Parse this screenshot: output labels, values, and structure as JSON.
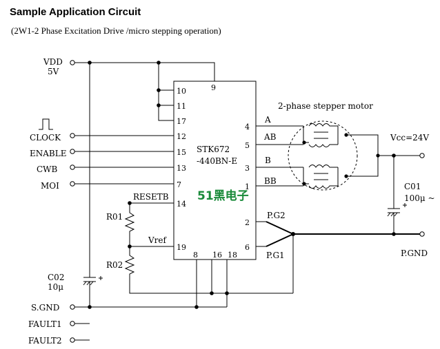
{
  "title": "Sample Application Circuit",
  "subtitle": "(2W1-2 Phase Excitation Drive /micro stepping operation)",
  "supply": {
    "name": "VDD",
    "value": "5V"
  },
  "inputs": {
    "clock": "CLOCK",
    "enable": "ENABLE",
    "cwb": "CWB",
    "moi": "MOI"
  },
  "ic": {
    "line1": "STK672",
    "line2": "-440BN-E",
    "resetb": "RESETB",
    "vref": "Vref",
    "pins": {
      "p9": "9",
      "p10": "10",
      "p11": "11",
      "p17": "17",
      "p12": "12",
      "p15": "15",
      "p13": "13",
      "p7": "7",
      "p14": "14",
      "p19": "19",
      "p8": "8",
      "p16": "16",
      "p18": "18",
      "p4": "4",
      "p5": "5",
      "p3": "3",
      "p1": "1",
      "p2": "2",
      "p6": "6"
    }
  },
  "outputs": {
    "a": "A",
    "ab": "AB",
    "b": "B",
    "bb": "BB",
    "pg2": "P.G2",
    "pg1": "P.G1"
  },
  "motor": {
    "label": "2-phase stepper motor"
  },
  "vcc": "Vcc=24V",
  "c01": {
    "name": "C01",
    "value": "100μ ~"
  },
  "pgnd": "P.GND",
  "r01": "R01",
  "r02": "R02",
  "c02": {
    "name": "C02",
    "value": "10μ"
  },
  "sgnd": "S.GND",
  "fault1": "FAULT1",
  "fault2": "FAULT2",
  "watermark": "51黑电子"
}
